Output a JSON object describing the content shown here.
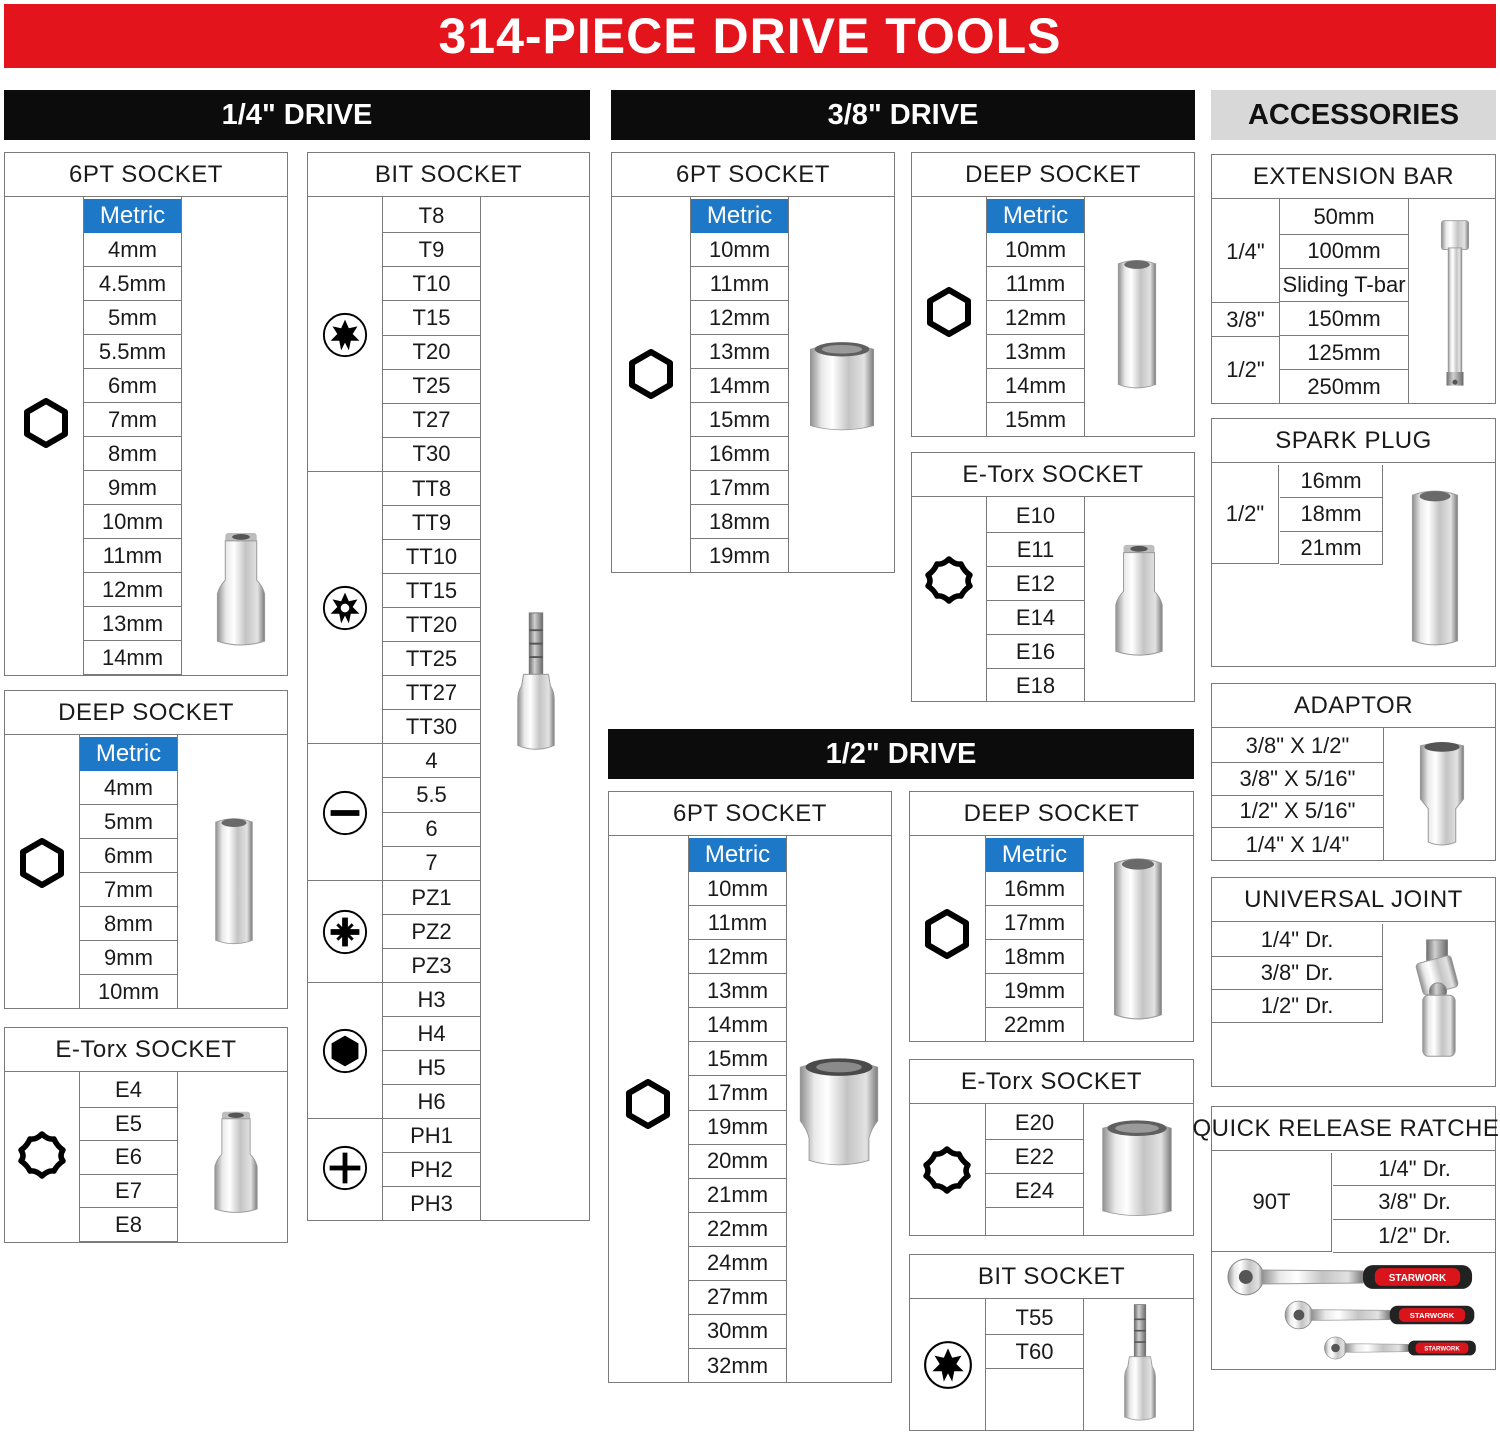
{
  "title": "314-PIECE DRIVE TOOLS",
  "drives": {
    "quarter": "1/4\" DRIVE",
    "three_eighths": "3/8\" DRIVE",
    "half": "1/2\" DRIVE",
    "accessories": "ACCESSORIES"
  },
  "metric_label": "Metric",
  "q_6pt": {
    "title": "6PT SOCKET",
    "sizes": [
      "4mm",
      "4.5mm",
      "5mm",
      "5.5mm",
      "6mm",
      "7mm",
      "8mm",
      "9mm",
      "10mm",
      "11mm",
      "12mm",
      "13mm",
      "14mm"
    ]
  },
  "q_deep": {
    "title": "DEEP SOCKET",
    "sizes": [
      "4mm",
      "5mm",
      "6mm",
      "7mm",
      "8mm",
      "9mm",
      "10mm"
    ]
  },
  "q_etorx": {
    "title": "E-Torx SOCKET",
    "sizes": [
      "E4",
      "E5",
      "E6",
      "E7",
      "E8"
    ]
  },
  "q_bit": {
    "title": "BIT SOCKET",
    "torx": [
      "T8",
      "T9",
      "T10",
      "T15",
      "T20",
      "T25",
      "T27",
      "T30"
    ],
    "tamper": [
      "TT8",
      "TT9",
      "TT10",
      "TT15",
      "TT20",
      "TT25",
      "TT27",
      "TT30"
    ],
    "slotted": [
      "4",
      "5.5",
      "6",
      "7"
    ],
    "pozi": [
      "PZ1",
      "PZ2",
      "PZ3"
    ],
    "hex": [
      "H3",
      "H4",
      "H5",
      "H6"
    ],
    "phillips": [
      "PH1",
      "PH2",
      "PH3"
    ]
  },
  "t_6pt": {
    "title": "6PT SOCKET",
    "sizes": [
      "10mm",
      "11mm",
      "12mm",
      "13mm",
      "14mm",
      "15mm",
      "16mm",
      "17mm",
      "18mm",
      "19mm"
    ]
  },
  "t_deep": {
    "title": "DEEP SOCKET",
    "sizes": [
      "10mm",
      "11mm",
      "12mm",
      "13mm",
      "14mm",
      "15mm"
    ]
  },
  "t_etorx": {
    "title": "E-Torx SOCKET",
    "sizes": [
      "E10",
      "E11",
      "E12",
      "E14",
      "E16",
      "E18"
    ]
  },
  "h_6pt": {
    "title": "6PT SOCKET",
    "sizes": [
      "10mm",
      "11mm",
      "12mm",
      "13mm",
      "14mm",
      "15mm",
      "17mm",
      "19mm",
      "20mm",
      "21mm",
      "22mm",
      "24mm",
      "27mm",
      "30mm",
      "32mm"
    ]
  },
  "h_deep": {
    "title": "DEEP SOCKET",
    "sizes": [
      "16mm",
      "17mm",
      "18mm",
      "19mm",
      "22mm"
    ]
  },
  "h_etorx": {
    "title": "E-Torx SOCKET",
    "sizes": [
      "E20",
      "E22",
      "E24"
    ]
  },
  "h_bit": {
    "title": "BIT SOCKET",
    "sizes": [
      "T55",
      "T60"
    ]
  },
  "extension": {
    "title": "EXTENSION BAR",
    "d14": "1/4\"",
    "d38": "3/8\"",
    "d12": "1/2\"",
    "sizes": [
      "50mm",
      "100mm",
      "Sliding T-bar",
      "150mm",
      "125mm",
      "250mm"
    ]
  },
  "spark": {
    "title": "SPARK PLUG",
    "drive": "1/2\"",
    "sizes": [
      "16mm",
      "18mm",
      "21mm"
    ]
  },
  "adaptor": {
    "title": "ADAPTOR",
    "sizes": [
      "3/8\" X 1/2\"",
      "3/8\" X 5/16\"",
      "1/2\" X 5/16\"",
      "1/4\" X 1/4\""
    ]
  },
  "ujoint": {
    "title": "UNIVERSAL JOINT",
    "sizes": [
      "1/4\" Dr.",
      "3/8\" Dr.",
      "1/2\" Dr."
    ]
  },
  "ratchet": {
    "title": "QUICK RELEASE RATCHET",
    "teeth": "90T",
    "sizes": [
      "1/4\" Dr.",
      "3/8\" Dr.",
      "1/2\" Dr."
    ],
    "brand": "STARWORK"
  },
  "colors": {
    "banner": "#e3141c",
    "metric": "#1e78c8",
    "drive_bar": "#0c0c0c",
    "accessory_bar": "#d8d8d8",
    "ratchet_red": "#d9141b"
  }
}
